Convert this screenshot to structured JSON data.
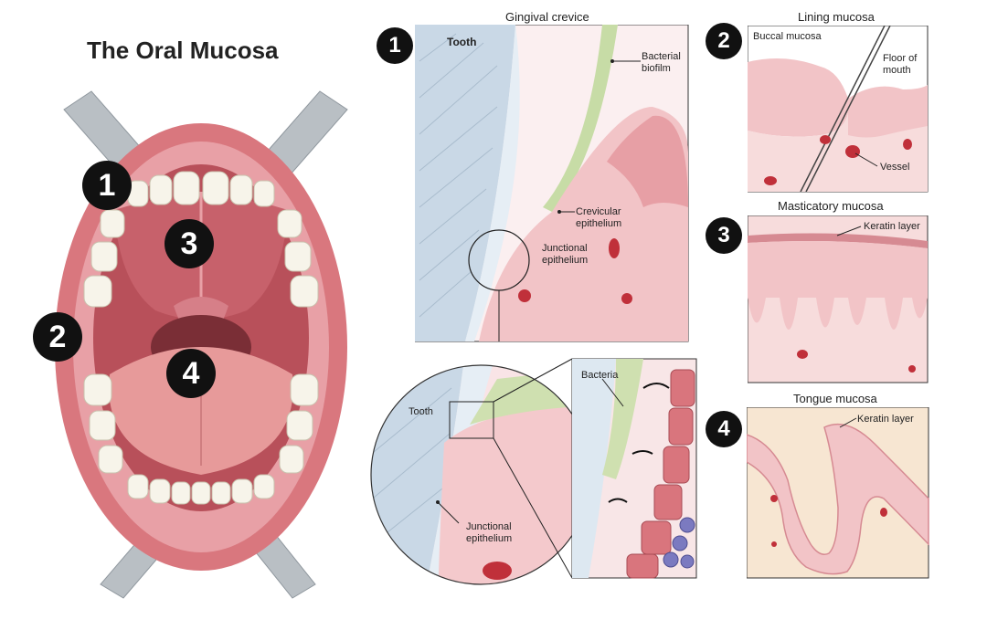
{
  "title": "The Oral Mucosa",
  "badges": {
    "one": "1",
    "two": "2",
    "three": "3",
    "four": "4"
  },
  "gingival": {
    "title": "Gingival crevice",
    "tooth": "Tooth",
    "biofilm": "Bacterial\nbiofilm",
    "crevicular": "Crevicular\nepithelium",
    "junctional": "Junctional\nepithelium"
  },
  "zoom": {
    "tooth": "Tooth",
    "junctional": "Junctional\nepithelium",
    "bacteria": "Bacteria"
  },
  "lining": {
    "title": "Lining mucosa",
    "buccal": "Buccal mucosa",
    "floor": "Floor of\nmouth",
    "vessel": "Vessel"
  },
  "masticatory": {
    "title": "Masticatory mucosa",
    "keratin": "Keratin layer"
  },
  "tongue": {
    "title": "Tongue mucosa",
    "keratin": "Keratin layer"
  },
  "colors": {
    "tissue": "#f4c7c9",
    "tissue_dark": "#e8a4a8",
    "tooth_blue": "#c9d8e6",
    "lip": "#d9777e",
    "vessel": "#c0303a",
    "badge": "#111111"
  }
}
